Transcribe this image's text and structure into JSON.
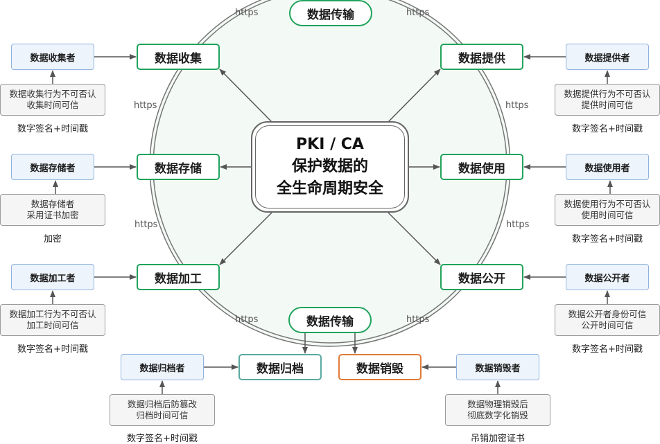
{
  "center": {
    "line1": "PKI / CA",
    "line2": "保护数据的",
    "line3": "全生命周期安全"
  },
  "stages": {
    "transmit_top": "数据传输",
    "collect": "数据收集",
    "provide": "数据提供",
    "store": "数据存储",
    "use": "数据使用",
    "process": "数据加工",
    "publish": "数据公开",
    "transmit_bottom": "数据传输",
    "archive": "数据归档",
    "destroy": "数据销毁"
  },
  "actors": {
    "collector": "数据收集者",
    "provider": "数据提供者",
    "storer": "数据存储者",
    "user": "数据使用者",
    "processor": "数据加工者",
    "publisher": "数据公开者",
    "archiver": "数据归档者",
    "destroyer": "数据销毁者"
  },
  "conditions": {
    "collector": [
      "数据收集行为不可否认",
      "收集时间可信"
    ],
    "provider": [
      "数据提供行为不可否认",
      "提供时间可信"
    ],
    "storer": [
      "数据存储者",
      "采用证书加密"
    ],
    "user": [
      "数据使用行为不可否认",
      "使用时间可信"
    ],
    "processor": [
      "数据加工行为不可否认",
      "加工时间可信"
    ],
    "publisher": [
      "数据公开者身份可信",
      "公开时间可信"
    ],
    "archiver": [
      "数据归档后防篡改",
      "归档时间可信"
    ],
    "destroyer": [
      "数据物理销毁后",
      "彻底数字化销毁"
    ]
  },
  "methods": {
    "collector": "数字签名+时间戳",
    "provider": "数字签名+时间戳",
    "storer": "加密",
    "user": "数字签名+时间戳",
    "processor": "数字签名+时间戳",
    "publisher": "数字签名+时间戳",
    "archiver": "数字签名+时间戳",
    "destroyer": "吊销加密证书"
  },
  "protocol_label": "https",
  "colors": {
    "stage_border": "#1fa35a",
    "archive_border": "#5aa9a0",
    "destroy_border": "#e07b3c",
    "actor_fill": "#eef4fc",
    "actor_border": "#8fb2de",
    "ring_fill": "#f3f9f5",
    "arrow": "#555555"
  }
}
